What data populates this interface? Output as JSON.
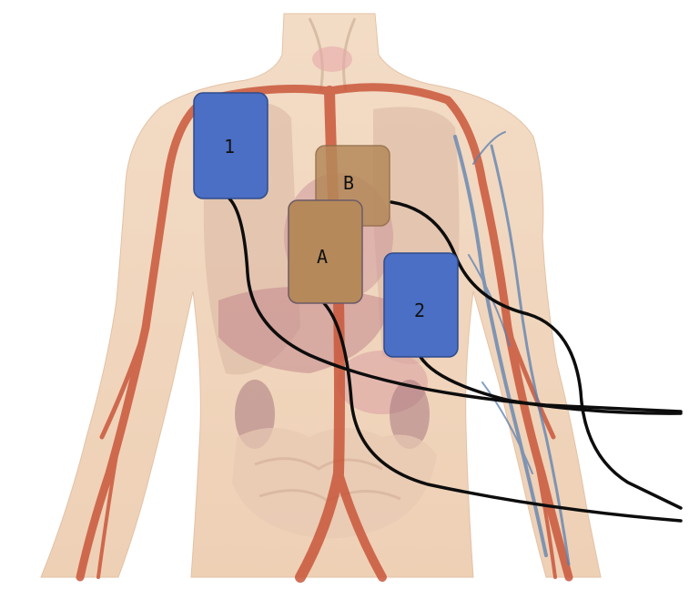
{
  "pads": [
    {
      "id": "pad-1",
      "label": "1",
      "color": "#4a6fc4"
    },
    {
      "id": "pad-2",
      "label": "2",
      "color": "#4a6fc4"
    },
    {
      "id": "pad-a",
      "label": "A",
      "color": "#b5895a"
    },
    {
      "id": "pad-b",
      "label": "B",
      "color": "#b5895a"
    }
  ],
  "colors": {
    "skin": "#f0d6bf",
    "artery": "#c9573b",
    "vein": "#5a7fb0",
    "wire": "#0d0d0d"
  }
}
